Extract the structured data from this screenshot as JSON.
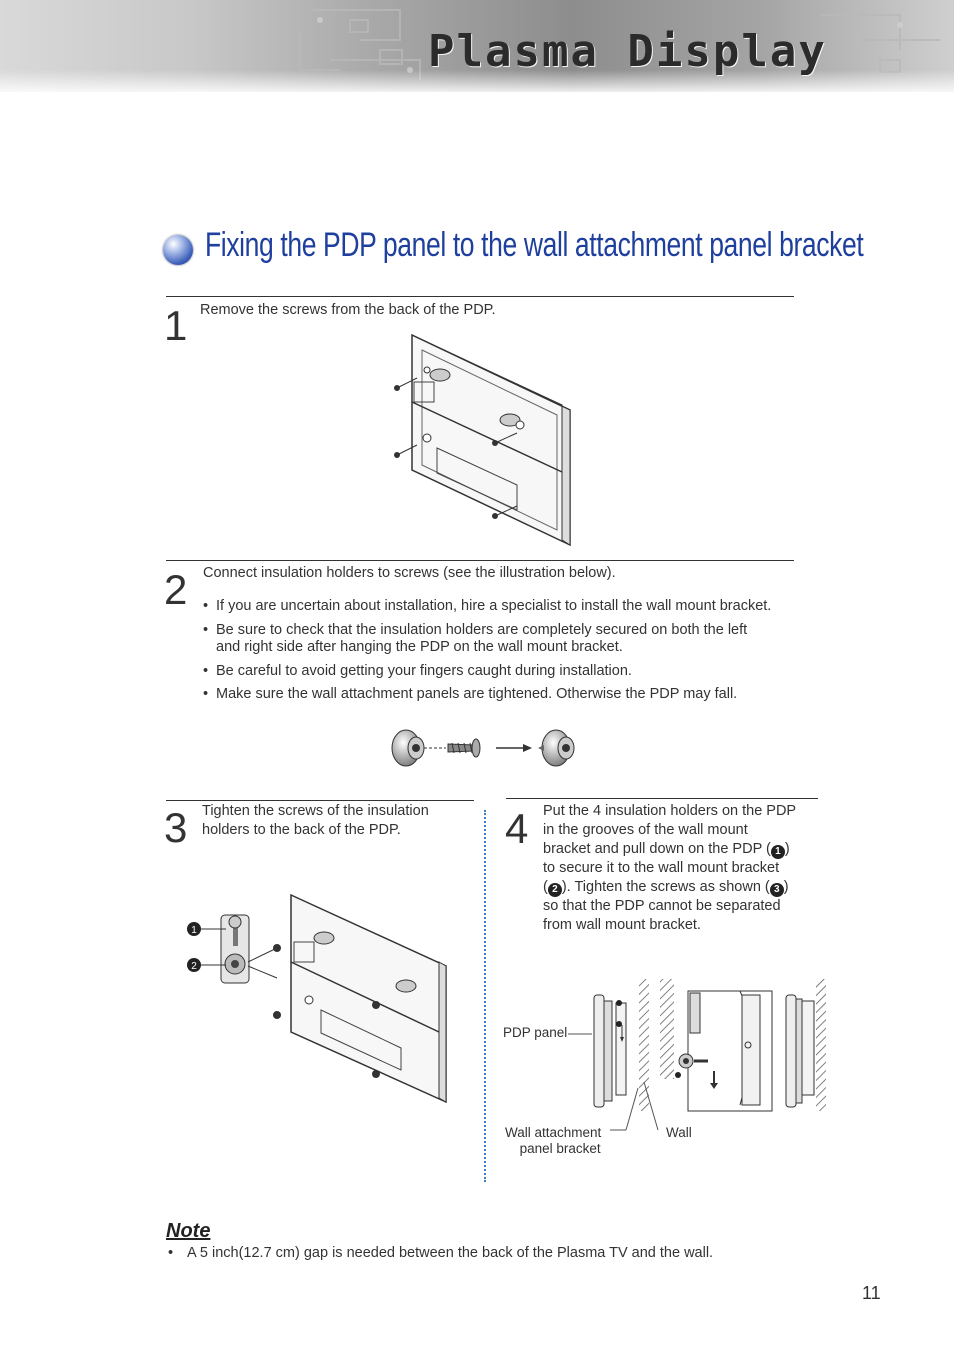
{
  "header": {
    "title": "Plasma Display"
  },
  "section": {
    "title": "Fixing the PDP panel to the wall attachment panel bracket"
  },
  "steps": [
    {
      "number": "1",
      "text": "Remove the screws from the back of the PDP."
    },
    {
      "number": "2",
      "text": "Connect insulation holders to screws (see the illustration below).",
      "bullets": [
        "If you are uncertain about installation, hire a specialist to install the wall mount bracket.",
        "Be sure to check that the insulation holders are completely secured on both the left",
        "and right side after hanging the PDP on the wall mount bracket.",
        "Be careful to avoid getting your fingers caught during installation.",
        "Make sure the wall attachment panels are tightened. Otherwise the PDP may fall."
      ]
    },
    {
      "number": "3",
      "lines": [
        "Tighten the screws of the insulation",
        "holders to the back of the PDP."
      ]
    },
    {
      "number": "4",
      "lines": [
        "Put the 4 insulation holders on the PDP",
        "in the grooves of the wall mount",
        "bracket and pull down on the PDP (",
        ")",
        "to secure it to the wall mount bracket",
        "(",
        "). Tighten the screws as shown (",
        ")",
        "so that the PDP cannot be separated",
        "from wall mount bracket."
      ],
      "markers": [
        "1",
        "2",
        "3"
      ]
    }
  ],
  "diagram_labels": {
    "pdp_panel": "PDP panel",
    "bracket_line1": "Wall attachment",
    "bracket_line2": "panel bracket",
    "wall": "Wall",
    "callout_1": "1",
    "callout_2": "2"
  },
  "note": {
    "heading": "Note",
    "bullet": "•",
    "text": "A 5 inch(12.7 cm) gap is needed between the back of the Plasma TV and the wall."
  },
  "page_number": "11"
}
